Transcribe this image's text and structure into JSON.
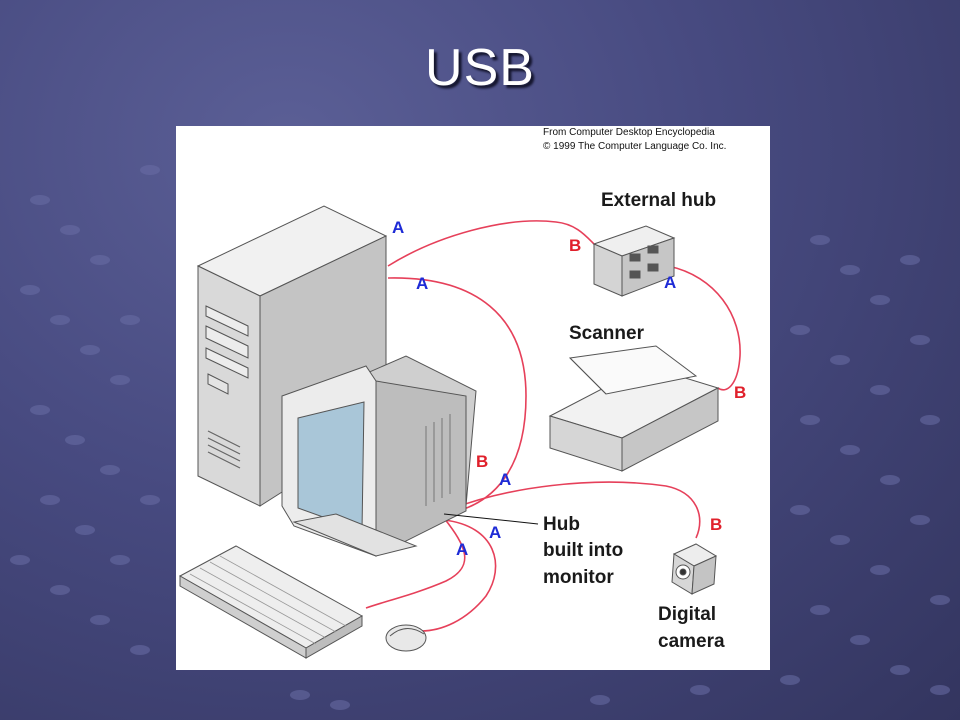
{
  "slide": {
    "title": "USB"
  },
  "figure": {
    "credit_line1": "From Computer Desktop Encyclopedia",
    "credit_line2": "© 1999 The Computer Language Co. Inc.",
    "labels": {
      "external_hub": "External hub",
      "scanner": "Scanner",
      "hub_monitor_1": "Hub",
      "hub_monitor_2": "built into",
      "hub_monitor_3": "monitor",
      "camera_1": "Digital",
      "camera_2": "camera"
    },
    "ports": {
      "a": "A",
      "b": "B"
    },
    "colors": {
      "cable": "#e6405a",
      "port_a": "#1e2bd6",
      "port_b": "#e0202b"
    }
  }
}
